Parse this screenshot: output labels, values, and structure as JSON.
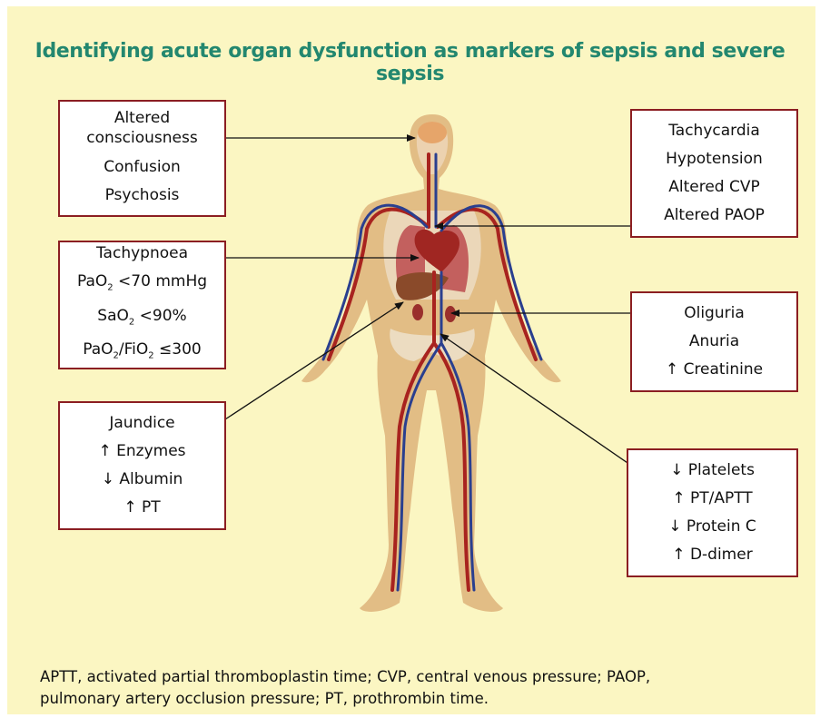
{
  "title": "Identifying acute organ dysfunction as markers of sepsis and severe sepsis",
  "boxes": {
    "neuro": [
      "Altered",
      "consciousness",
      "Confusion",
      "Psychosis"
    ],
    "cardio": [
      "Tachycardia",
      "Hypotension",
      "Altered CVP",
      "Altered PAOP"
    ],
    "respiratory": [
      "Tachypnoea",
      "PaO2 <70 mmHg",
      "SaO2 <90%",
      "PaO2/FiO2 ≤300"
    ],
    "renal": [
      "Oliguria",
      "Anuria",
      "↑ Creatinine"
    ],
    "hepatic": [
      "Jaundice",
      "↑ Enzymes",
      "↓ Albumin",
      "↑ PT"
    ],
    "coagulation": [
      "↓ Platelets",
      "↑ PT/APTT",
      "↓ Protein C",
      "↑ D-dimer"
    ]
  },
  "footnote": {
    "line1": "APTT, activated partial thromboplastin time; CVP, central venous pressure; PAOP,",
    "line2": "pulmonary artery occlusion pressure; PT, prothrombin time."
  },
  "colors": {
    "background": "#fbf6c2",
    "title": "#23876f",
    "box_border": "#8b1e22",
    "artery": "#a8231f",
    "vein": "#2a3f8f",
    "body": "#ddb37a"
  },
  "icons": {
    "body": "human-anatomy-illustration",
    "arrows": "pointer-arrow"
  }
}
